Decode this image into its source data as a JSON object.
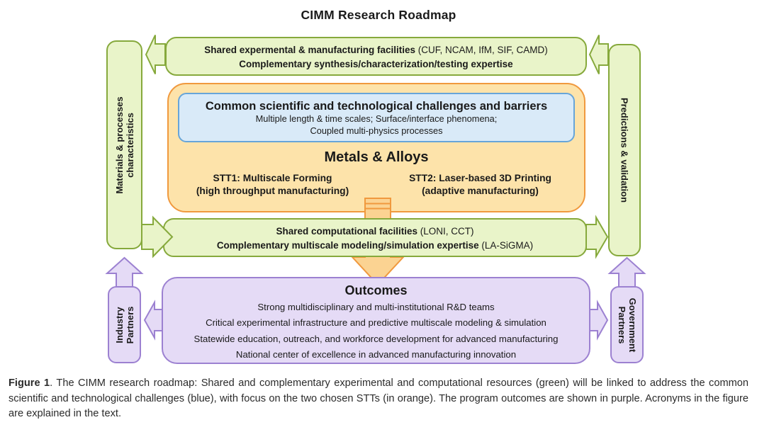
{
  "title": "CIMM Research Roadmap",
  "colors": {
    "green_fill": "#e9f4c9",
    "green_border": "#86a93c",
    "orange_fill": "#fde3aa",
    "orange_border": "#f0993e",
    "gold_fill": "#fbd392",
    "blue_fill": "#d9eaf8",
    "blue_border": "#67a5d9",
    "purple_fill": "#e5dbf6",
    "purple_border": "#9c81d1",
    "text": "#1a1a1a"
  },
  "top_box": {
    "line1_bold": "Shared expermental & manufacturing facilities",
    "line1_normal": " (CUF, NCAM, IfM, SIF, CAMD)",
    "line2": "Complementary synthesis/characterization/testing expertise"
  },
  "left_bar": {
    "label": "Materials & processes characteristics"
  },
  "right_bar": {
    "label": "Predictions & validation"
  },
  "orange_box": {
    "blue_box": {
      "heading": "Common scientific and technological challenges and barriers",
      "line2": "Multiple length & time scales; Surface/interface phenomena;",
      "line3": "Coupled multi-physics processes"
    },
    "heading": "Metals & Alloys",
    "stt1_line1": "STT1: Multiscale Forming",
    "stt1_line2": "(high throughput manufacturing)",
    "stt2_line1": "STT2: Laser-based 3D Printing",
    "stt2_line2": "(adaptive manufacturing)"
  },
  "comp_box": {
    "line1_bold": "Shared computational facilities",
    "line1_normal": " (LONI, CCT)",
    "line2_bold": "Complementary multiscale modeling/simulation expertise",
    "line2_normal": " (LA-SiGMA)"
  },
  "outcomes_box": {
    "heading": "Outcomes",
    "items": [
      "Strong multidisciplinary and multi-institutional R&D teams",
      "Critical experimental infrastructure and predictive multiscale modeling & simulation",
      "Statewide education, outreach, and workforce development for advanced manufacturing",
      "National center of excellence in advanced manufacturing innovation"
    ]
  },
  "industry_bar": {
    "label": "Industry Partners"
  },
  "government_bar": {
    "label": "Government Partners"
  },
  "caption": {
    "bold": "Figure 1",
    "text": ". The CIMM research roadmap: Shared and complementary experimental and computational resources (green) will be linked to address the common scientific and technological challenges (blue), with focus on the two chosen STTs (in orange). The program outcomes are shown in purple. Acronyms in the figure are explained in the text."
  }
}
